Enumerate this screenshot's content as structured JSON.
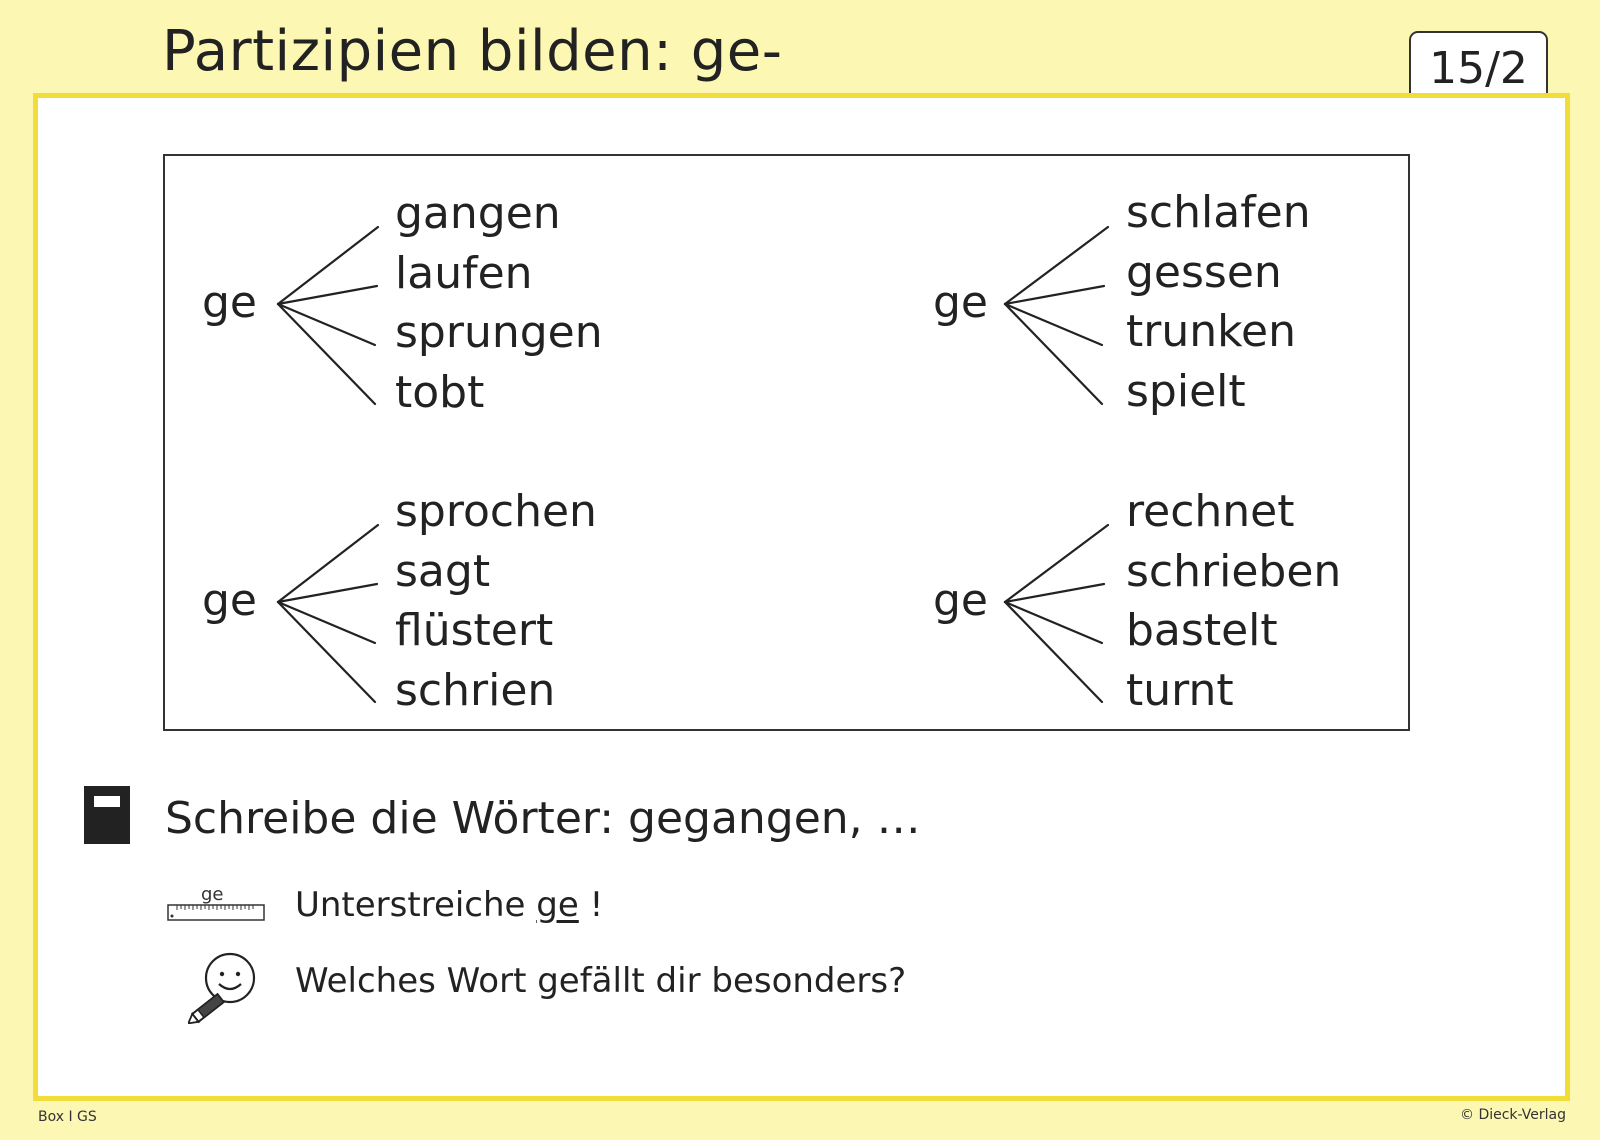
{
  "header": {
    "title": "Partizipien bilden: ge-",
    "card_number": "15/2"
  },
  "word_trees": [
    {
      "prefix": "ge",
      "endings": [
        "gangen",
        "laufen",
        "sprungen",
        "tobt"
      ]
    },
    {
      "prefix": "ge",
      "endings": [
        "schlafen",
        "gessen",
        "trunken",
        "spielt"
      ]
    },
    {
      "prefix": "ge",
      "endings": [
        "sprochen",
        "sagt",
        "flüstert",
        "schrien"
      ]
    },
    {
      "prefix": "ge",
      "endings": [
        "rechnet",
        "schrieben",
        "bastelt",
        "turnt"
      ]
    }
  ],
  "tasks": {
    "write": "Schreibe die Wörter: gegangen, …",
    "underline_before": "Unterstreiche ",
    "underline_word": "ge",
    "underline_after": " !",
    "ruler_label": "ge",
    "favorite": "Welches Wort gefällt dir besonders?"
  },
  "icons": {
    "write": "notebook-icon",
    "underline": "ruler-icon",
    "favorite": "smiley-pencil-icon"
  },
  "footer": {
    "left": "Box I GS",
    "right": "© Dieck-Verlag"
  },
  "colors": {
    "page_background": "#fdf7b4",
    "frame_border": "#f2dc3a",
    "text": "#222222"
  }
}
